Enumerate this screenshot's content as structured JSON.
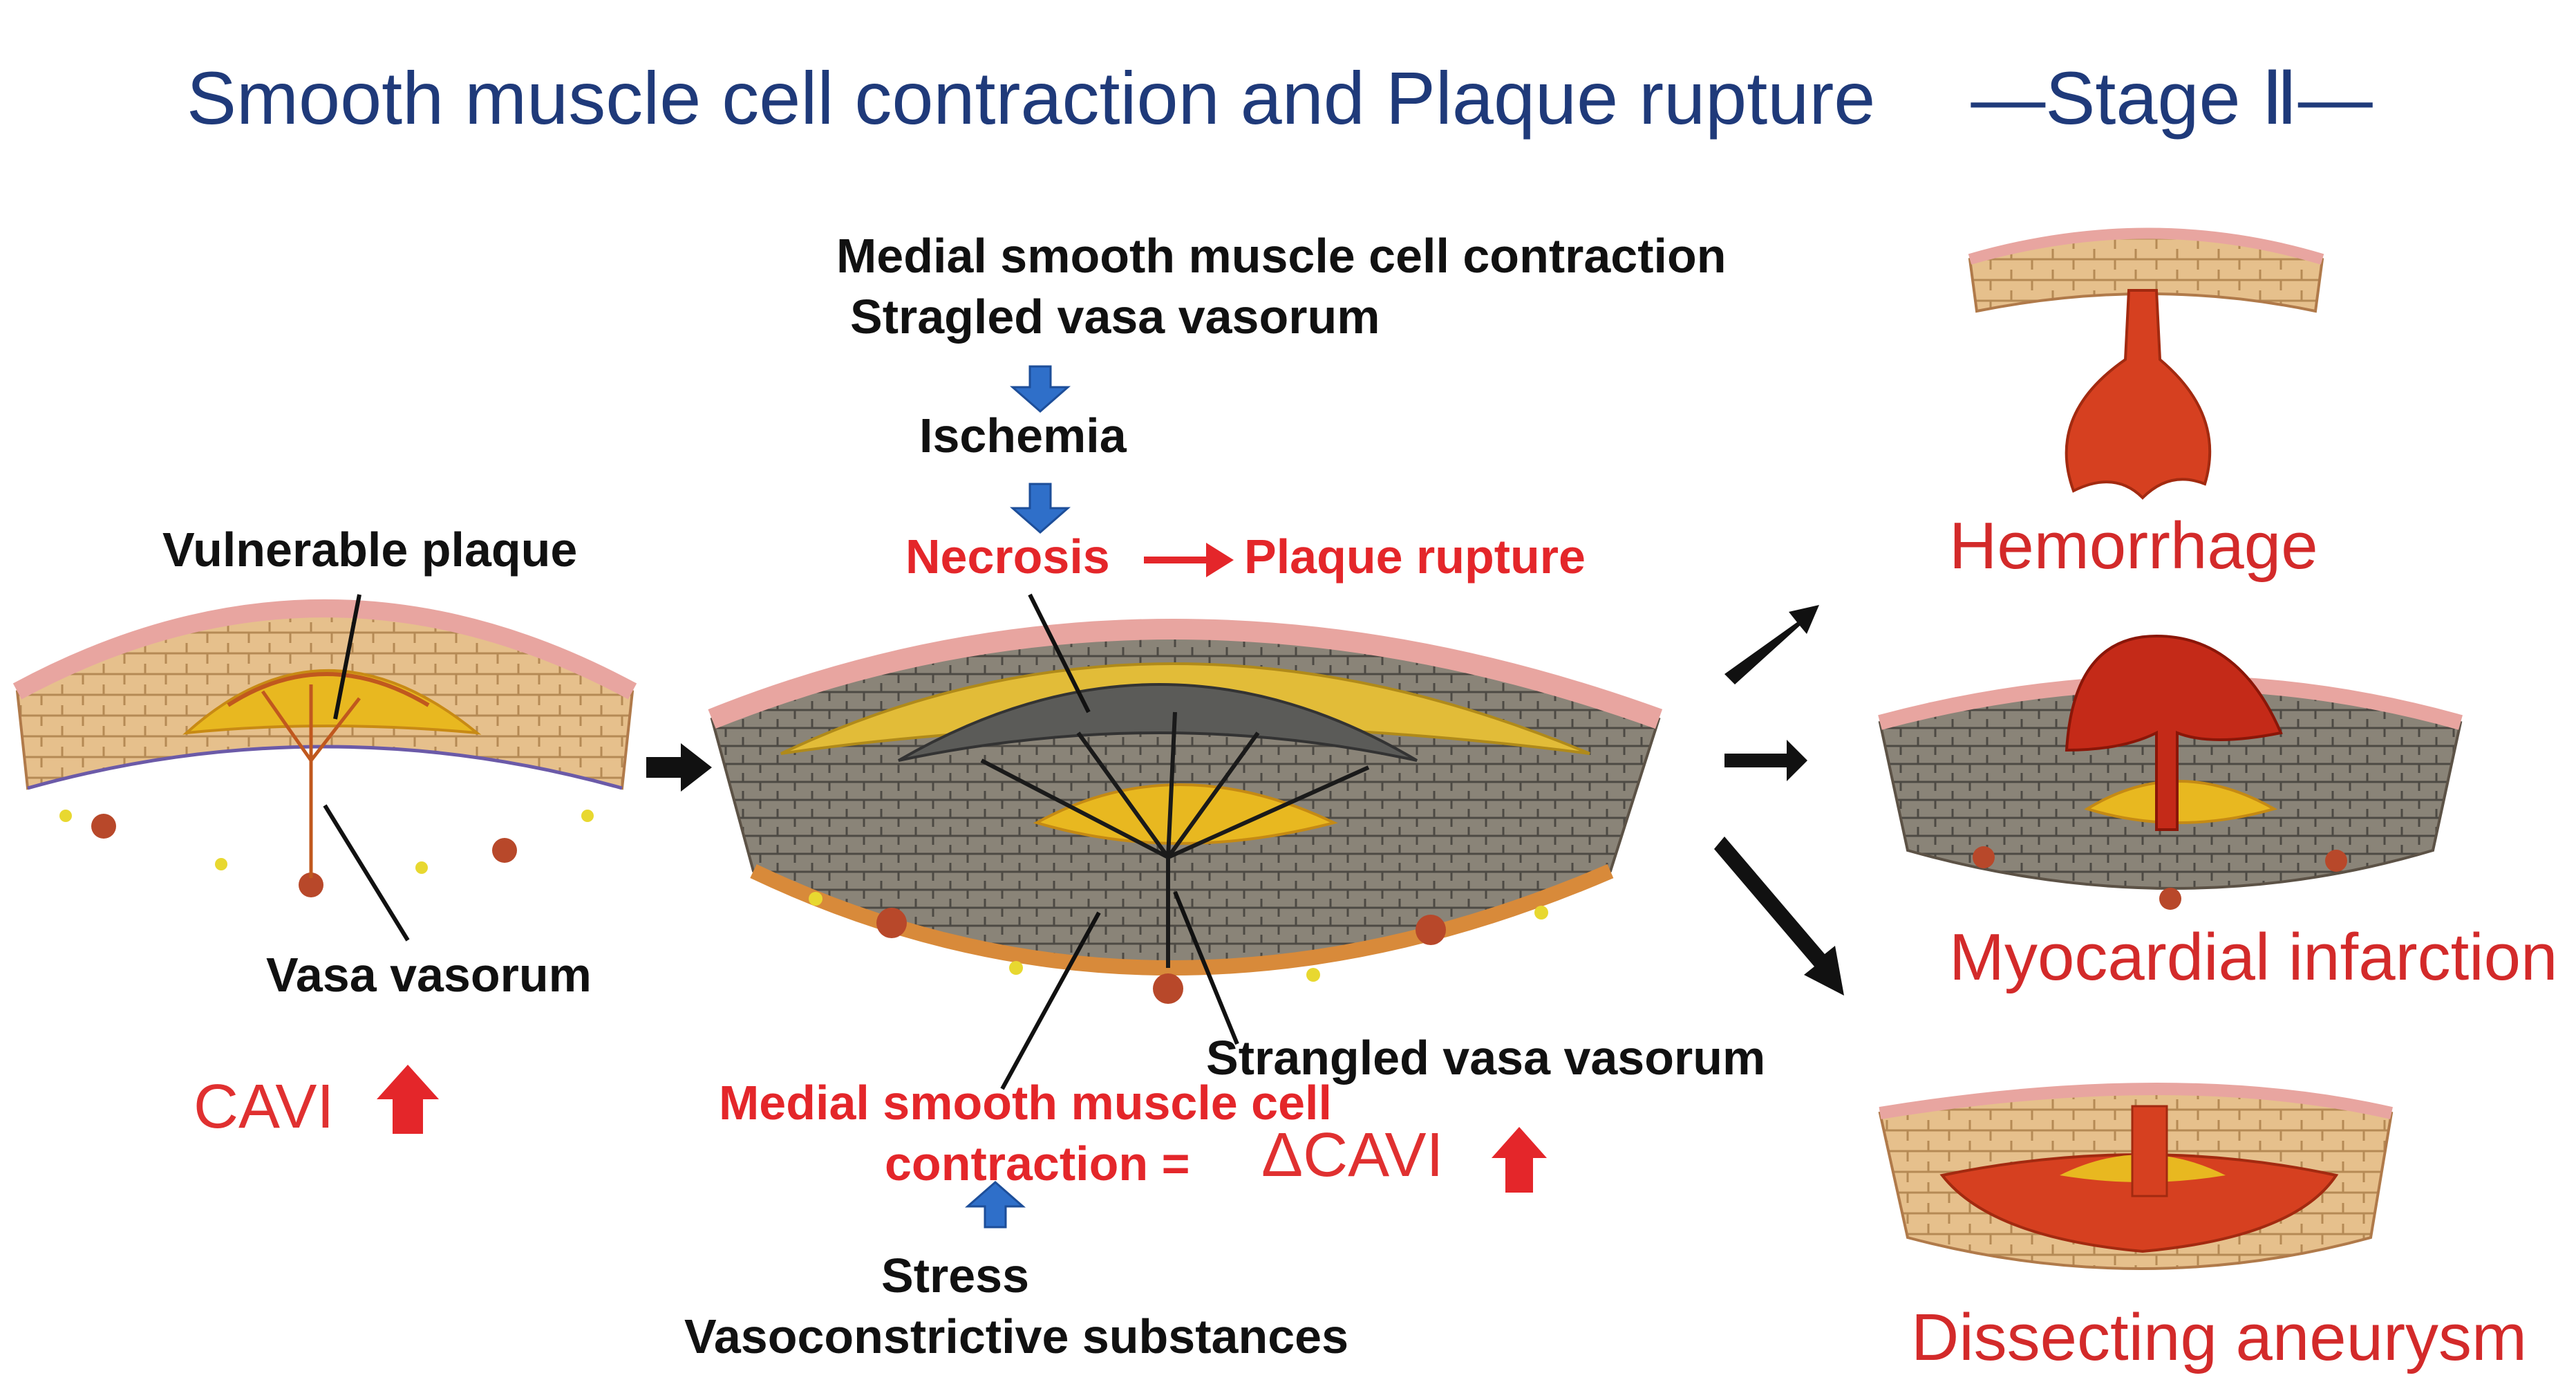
{
  "title": "Smooth muscle cell contraction and Plaque rupture 　—Stage Ⅱ—",
  "left_panel": {
    "vulnerable_plaque": "Vulnerable plaque",
    "vasa_vasorum": "Vasa vasorum",
    "cavi": "CAVI"
  },
  "center_panel": {
    "cause_line1": "Medial smooth muscle cell contraction",
    "cause_line2": "Stragled vasa vasorum",
    "ischemia": "Ischemia",
    "necrosis": "Necrosis",
    "plaque_rupture": "Plaque rupture",
    "strangled_vasa": "Strangled vasa vasorum",
    "medial_line1": "Medial smooth muscle cell",
    "medial_line2": "contraction =",
    "delta_cavi": "ΔCAVI",
    "stress": "Stress",
    "vasoconstrictive": "Vasoconstrictive substances"
  },
  "outcomes": {
    "hemorrhage": "Hemorrhage",
    "myocardial_infarction": "Myocardial infarction",
    "dissecting_aneurysm": "Dissecting aneurysm"
  },
  "colors": {
    "title": "#1f3a7a",
    "emphasis_red": "#e4262a",
    "blood": "#d64020",
    "plaque_yellow": "#e8b820",
    "wall_tan": "#e9c79a",
    "arrow_blue": "#2f6fc9"
  }
}
